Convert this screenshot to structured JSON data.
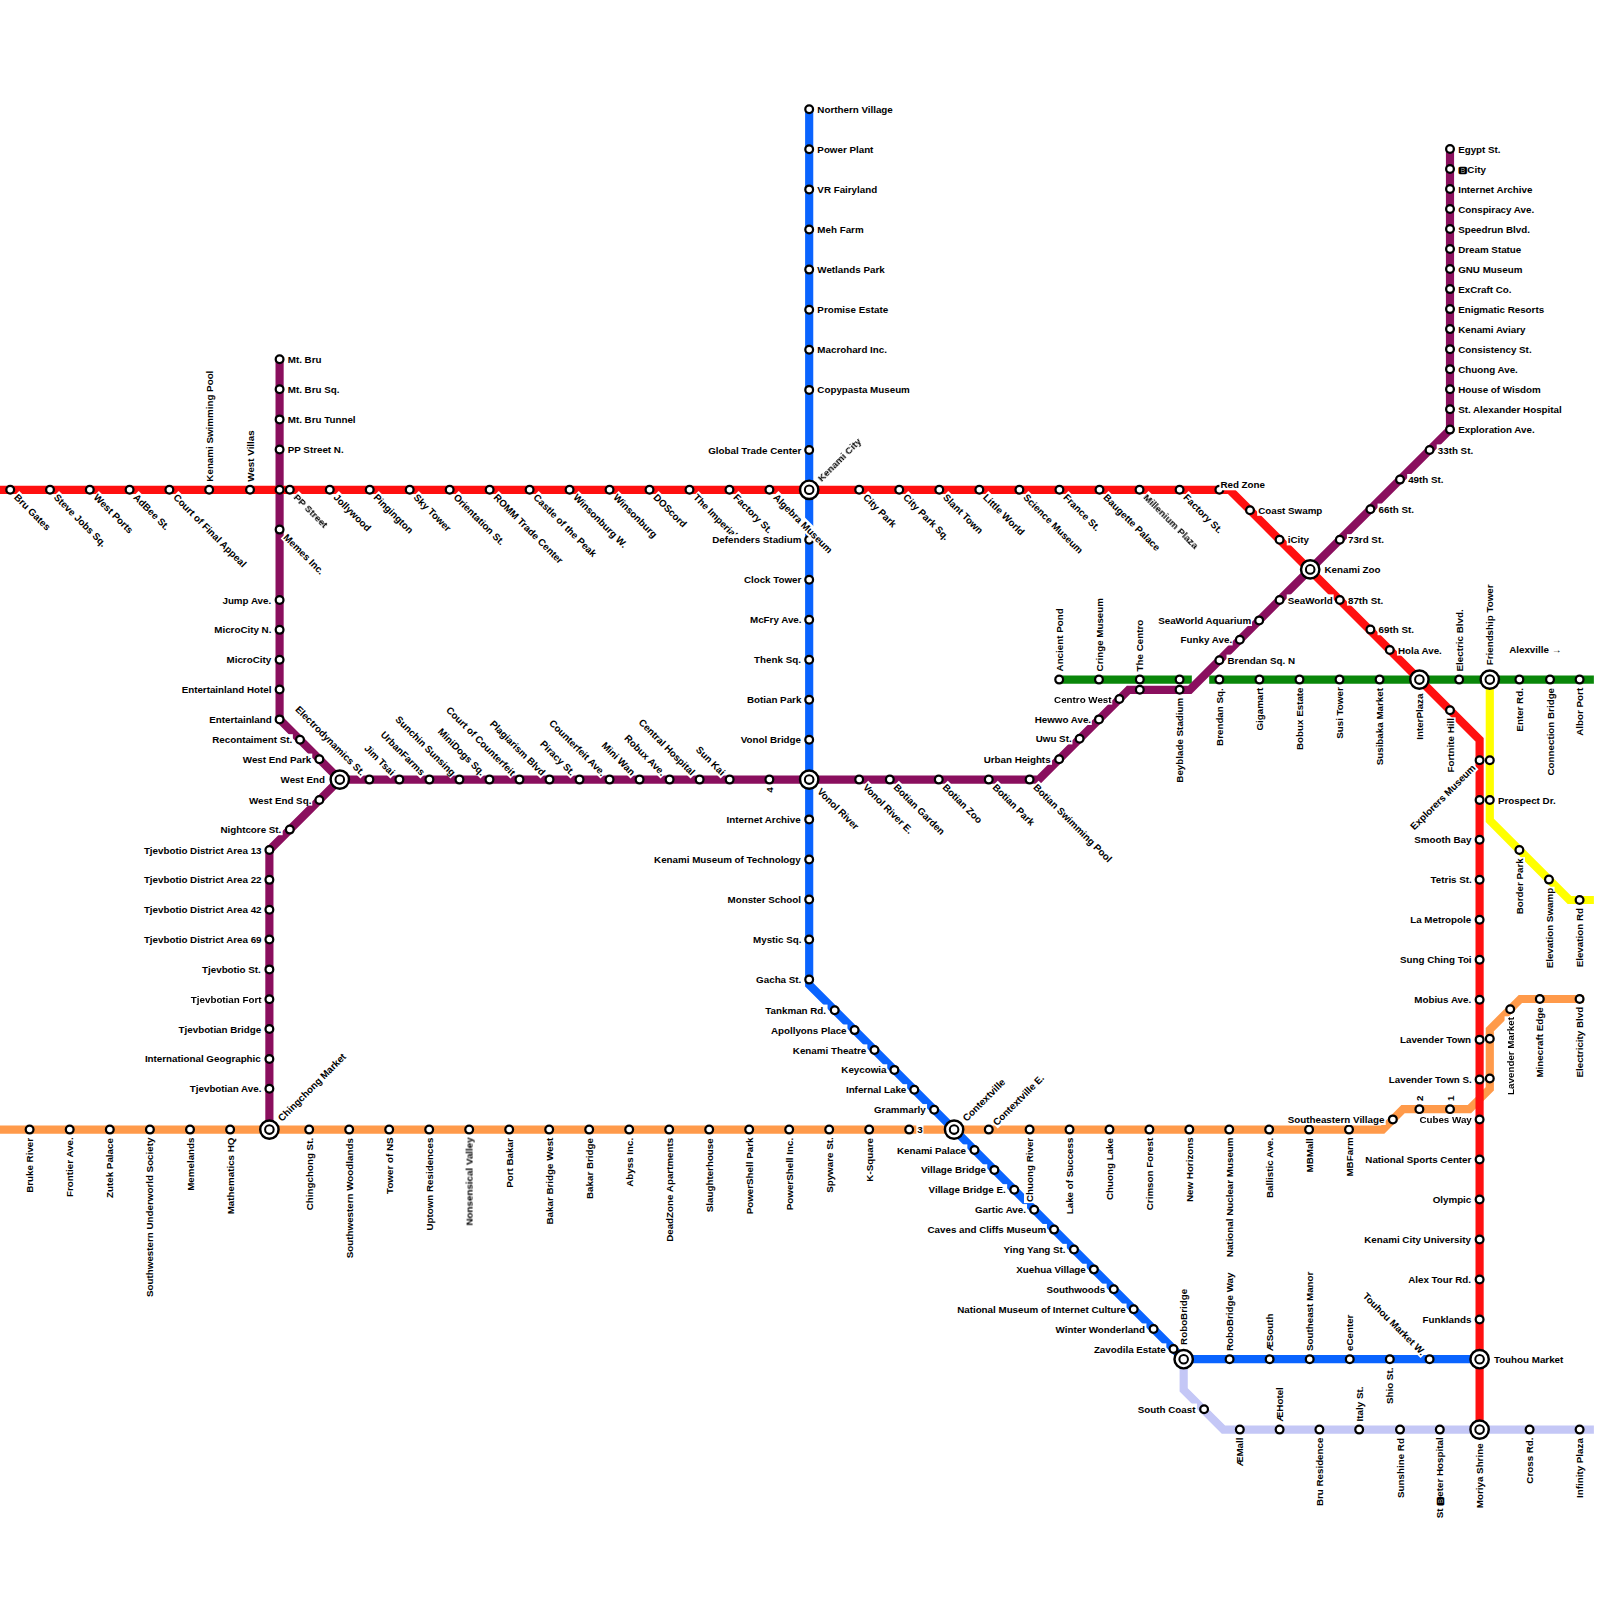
{
  "diagram": {
    "labels": [
      "Bru Gates",
      "Steve Jobs Sq.",
      "West Ports",
      "AdBee St.",
      "Court of Final Appeal",
      "Kenami Swimming Pool",
      "West Villas",
      "PP Street",
      "Jollywood",
      "Pingington",
      "Sky Tower",
      "Orientation St.",
      "ROMM Trade Center",
      "Castle of the Peak",
      "Winsonburg W.",
      "Winsonburg",
      "DOScord",
      "The Imperial",
      "Factory St.",
      "Algebra Museum",
      "Kenami City",
      "City Park",
      "City Park Sq.",
      "Slant Town",
      "Little World",
      "Science Museum",
      "France St.",
      "Baugette Palace",
      "Millenium Plaza",
      "Factory St.",
      "Red Zone",
      "Coast Swamp",
      "iCity",
      "Kenami Zoo",
      "87th St.",
      "69th St.",
      "Hola Ave.",
      "InterPlaza",
      "Fortnite Hill",
      "Explorers Museum",
      "Prospect Dr.",
      "Smooth Bay",
      "Tetris St.",
      "La Metropole",
      "Sung Ching Toi",
      "Mobius Ave.",
      "Lavender Town",
      "Lavender Town S.",
      "Cubes Way",
      "National Sports Center",
      "Olympic",
      "Kenami City University",
      "Alex Tour Rd.",
      "Funklands",
      "Touhou Market",
      "Moriya Shrine",
      "Northern Village",
      "Power Plant",
      "VR Fairyland",
      "Meh Farm",
      "Wetlands Park",
      "Promise Estate",
      "Macrohard Inc.",
      "Copypasta Museum",
      "Global Trade Center",
      "Defenders Stadium",
      "Clock Tower",
      "McFry Ave.",
      "Thenk Sq.",
      "Botian Park",
      "Vonol Bridge",
      "Vonol River",
      "Internet Archive",
      "Kenami Museum of Technology",
      "Monster School",
      "Mystic Sq.",
      "Gacha St.",
      "Tankman Rd.",
      "Apollyons Place",
      "Kenami Theatre",
      "Keycowia",
      "Infernal Lake",
      "Grammarly",
      "Contextville",
      "Kenami Palace",
      "Village Bridge",
      "Village Bridge E.",
      "Gartic Ave.",
      "Caves and Cliffs Museum",
      "Ying Yang St.",
      "Xuehua Village",
      "Southwoods",
      "National Museum of Internet Culture",
      "Winter Wonderland",
      "Zavodila Estate",
      "RoboBridge",
      "RoboBridge Way",
      "ÆSouth",
      "Southeast Manor",
      "eCenter",
      "Shio St.",
      "Touhou Market W.",
      "Mt. Bru",
      "Mt. Bru Sq.",
      "Mt. Bru Tunnel",
      "PP Street N.",
      "Memes Inc.",
      "Jump Ave.",
      "MicroCity N.",
      "MicroCity",
      "Entertainland Hotel",
      "Entertainland",
      "Recontaiment St.",
      "West End Park",
      "West End",
      "West End Sq.",
      "Nightcore St.",
      "Tjevbotio District Area 13",
      "Tjevbotio District Area 22",
      "Tjevbotio District Area 42",
      "Tjevbotio District Area 69",
      "Tjevbotio St.",
      "Tjevbotian Fort",
      "Tjevbotian Bridge",
      "International Geographic",
      "Tjevbotian Ave.",
      "Chingchong Market",
      "Electrodynamics St.",
      "Jim Tsai",
      "UrbanFarms",
      "Sunchin Sunsing",
      "MiniDogs Sq.",
      "Court of Counterfeit",
      "Plagiarism Blvd",
      "Piracy St.",
      "Counterfeit Ave.",
      "Mini Wan",
      "Robux Ave.",
      "Central Hospital",
      "Sun Kai",
      "4",
      "Vonol River E.",
      "Botian Garden",
      "Botian Zoo",
      "Botian Park",
      "Botian Swimming Pool",
      "Urban Heights",
      "Uwu St.",
      "Hewwo Ave.",
      "Centro West",
      "Beyblade Stadium",
      "Brendan Sq. N",
      "Funky Ave.",
      "SeaWorld Aquarium",
      "SeaWorld",
      "73rd St.",
      "66th St.",
      "49th St.",
      "33th St.",
      "Exploration Ave.",
      "St. Alexander Hospital",
      "House of Wisdom",
      "Chuong Ave.",
      "Consistency St.",
      "Kenami Aviary",
      "Enigmatic Resorts",
      "ExCraft Co.",
      "GNU Museum",
      "Dream Statue",
      "Speedrun Blvd.",
      "Conspiracy Ave.",
      "Internet Archive",
      "🅱City",
      "Egypt St.",
      "Ancient Pond",
      "Cringe Museum",
      "The Centro",
      "Brendan Sq.",
      "Gigamart",
      "Bobux Estate",
      "Susi Tower",
      "Susibaka Market",
      "Electric Blvd.",
      "Friendship Tower",
      "Enter Rd.",
      "Connection Bridge",
      "Albor Port",
      "Alexville →",
      "Border Park",
      "Elevation Swamp",
      "Elevation Rd",
      "Bruke River",
      "Frontier Ave.",
      "Zutek Palace",
      "Southwestern Underworld Society",
      "Memelands",
      "Mathematics HQ",
      "Chingchong St.",
      "Southwestern Woodlands",
      "Tower of NS",
      "Uptown Residences",
      "Nonsensical Valley",
      "Port Bakar",
      "Bakar Bridge West",
      "Bakar Bridge",
      "Abyss Inc.",
      "DeadZone Apartments",
      "Slaughterhouse",
      "PowerShell Park",
      "PowerShell Inc.",
      "Spyware St.",
      "K-Square",
      "3",
      "Contextville E.",
      "Chuong River",
      "Lake of Success",
      "Chuong Lake",
      "Crimson Forest",
      "New Horizons",
      "National Nuclear Museum",
      "Ballistic Ave.",
      "MBMall",
      "MBFarm",
      "Southeastern Village",
      "2",
      "1",
      "Lavender Market",
      "Minecraft Edge",
      "Electricity Blvd",
      "South Coast",
      "ÆMall",
      "ÆHotel",
      "Bru Residence",
      "Italy St.",
      "Sunshine Rd",
      "St 🅱eter Hospital",
      "Cross Rd.",
      "Infinity Plaza"
    ]
  }
}
